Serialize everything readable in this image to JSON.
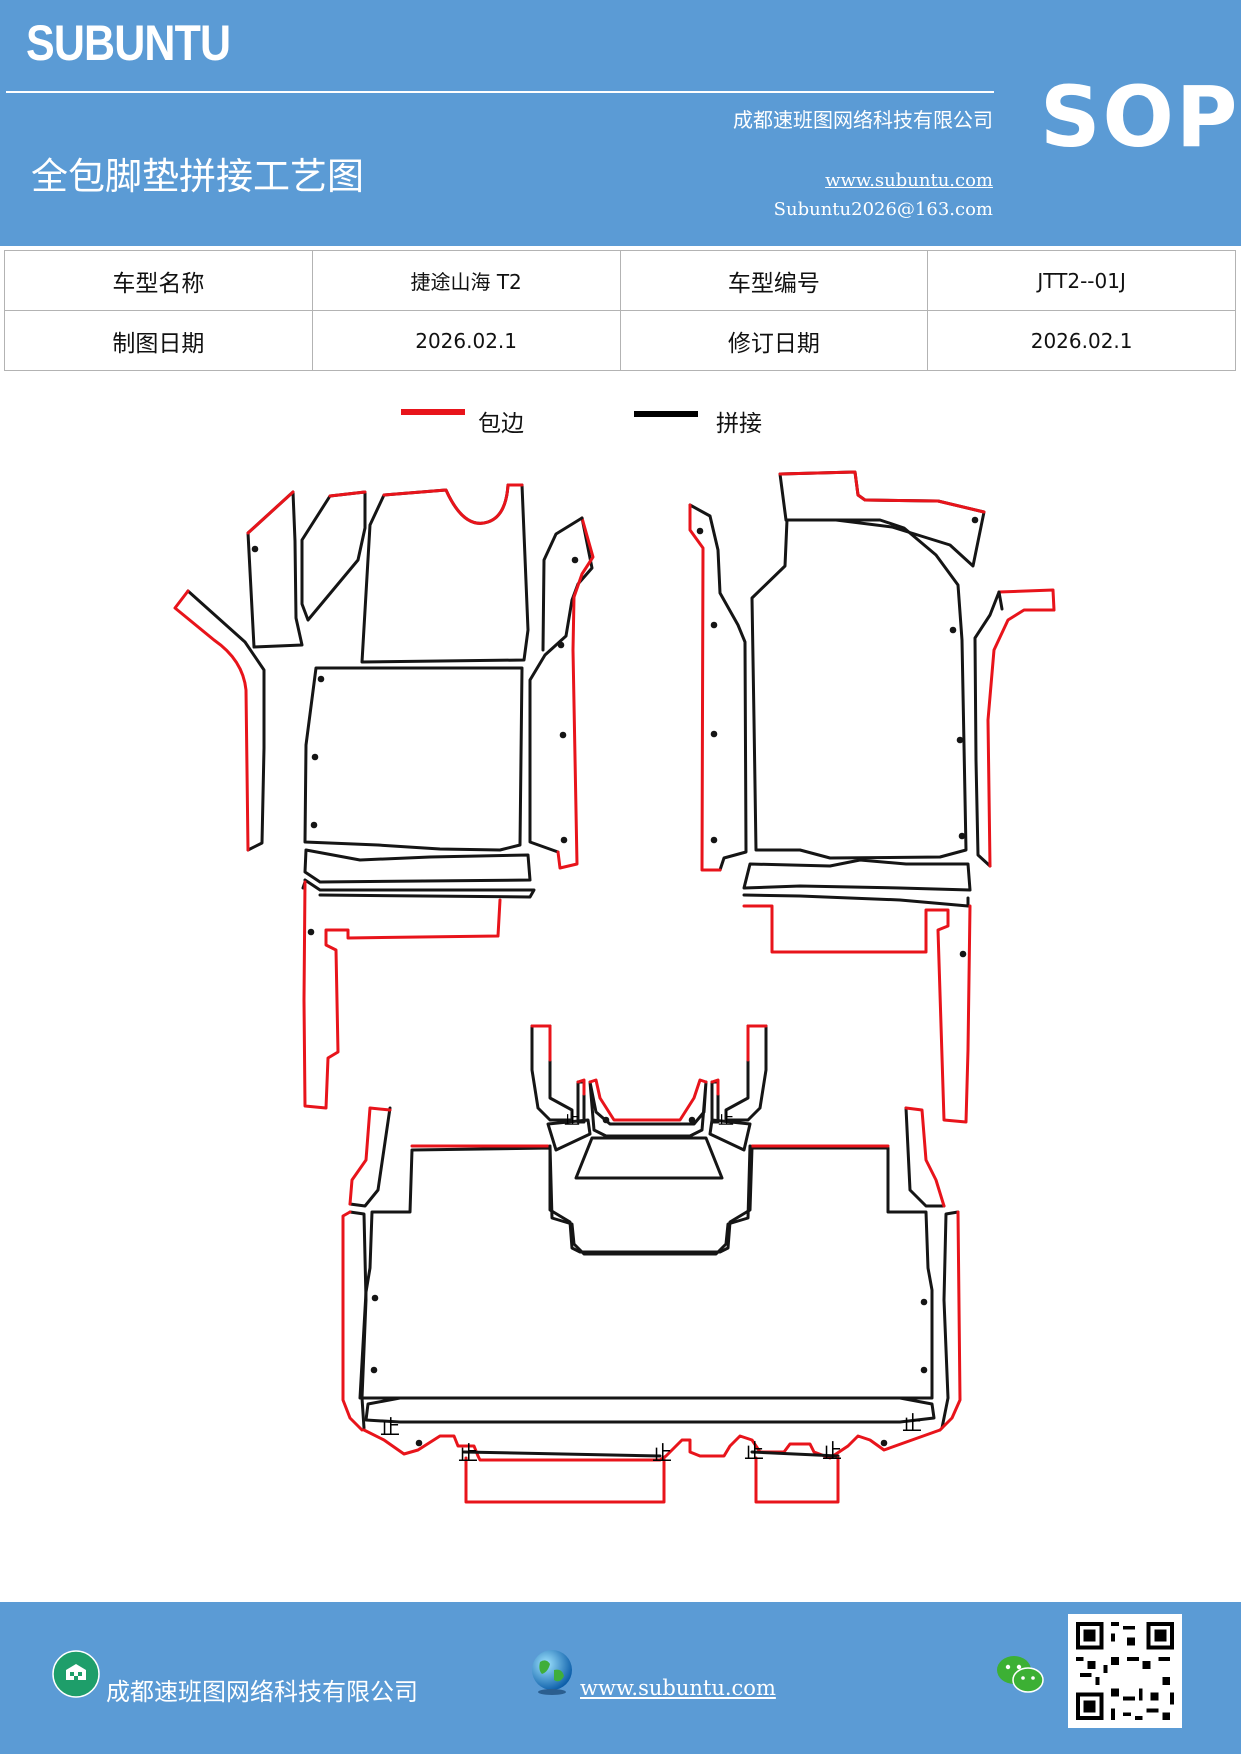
{
  "header": {
    "brand": "SUBUNTU",
    "badge": "SOP",
    "company": "成都速班图网络科技有限公司",
    "website": "www.subuntu.com",
    "email": "Subuntu2026@163.com",
    "title": "全包脚垫拼接工艺图"
  },
  "info_table": {
    "model_name_label": "车型名称",
    "model_name": "捷途山海 T2",
    "model_code_label": "车型编号",
    "model_code": "JTT2--01J",
    "draw_date_label": "制图日期",
    "draw_date": "2026.02.1",
    "revise_date_label": "修订日期",
    "revise_date": "2026.02.1"
  },
  "legend": [
    {
      "label": "包边",
      "color": "#e8141b"
    },
    {
      "label": "拼接",
      "color": "#000000"
    }
  ],
  "drawing": {
    "stop_mark": "止"
  },
  "footer": {
    "company": "成都速班图网络科技有限公司",
    "website": "www.subuntu.com"
  },
  "colors": {
    "brand_blue": "#5b9bd5",
    "edge_red": "#e8141b",
    "seam_black": "#000000"
  }
}
